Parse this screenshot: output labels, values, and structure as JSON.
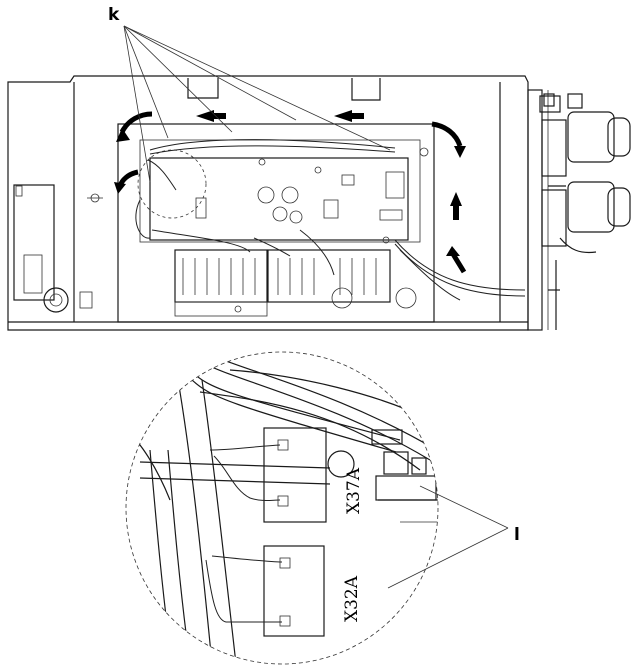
{
  "callouts": {
    "k": "k",
    "l": "l"
  },
  "connectors": {
    "x37a": "X37A",
    "x32a": "X32A"
  }
}
